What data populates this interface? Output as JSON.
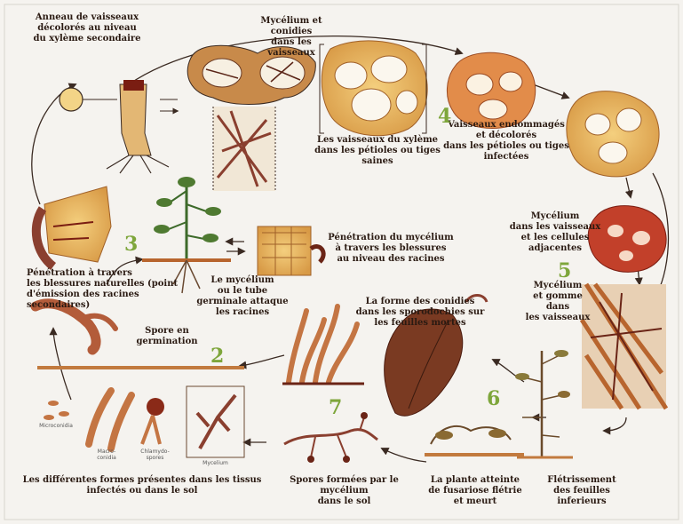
{
  "colors": {
    "background": "#f5f3ef",
    "stage_number": "#7ea63b",
    "cell": "#e8b45e",
    "tissue": "#b5703e",
    "hypha": "#8a3f2f",
    "leaf_dark": "#6d3423",
    "arrow": "#3a2a22",
    "text": "#2a1a12"
  },
  "stage_numbers": [
    "2",
    "3",
    "4",
    "5",
    "6",
    "7"
  ],
  "labels": {
    "ring_vessels": "Anneau de vaisseaux\ndécolorés au niveau\ndu xylème secondaire",
    "mycelium_conidia": "Mycélium et\nconidies\ndans les\nvaisseaux",
    "healthy_vessels": "Les vaisseaux du xylème\ndans les pétioles ou tiges\nsaines",
    "damaged_vessels": "Vaisseaux endommagés\net décolorés\ndans les pétioles ou tiges\ninfectées",
    "mycelium_cells": "Mycélium\ndans les vaisseaux\net les cellules\nadjacentes",
    "root_penetration": "Pénétration du mycélium\nà travers les blessures\nau niveau des racines",
    "natural_wounds": "Pénétration à travers\nles blessures naturelles (point\nd'émission des racines\nsecondaires)",
    "germ_tube": "Le mycélium\nou le tube\ngerminale attaque\nles racines",
    "germinating_spore": "Spore en germination",
    "sporodochia": "La forme des conidies\ndans les sporodochies sur\nles feuilles mortes",
    "mycelium_gum": "Mycélium\net gomme\ndans\nles vaisseaux",
    "forms_tissue": "Les différentes formes présentes dans les tissus\ninfectés ou dans le sol",
    "spores_soil": "Spores formées par le mycélium\ndans le sol",
    "plant_dies": "La plante atteinte\nde fusariose flétrie\net meurt",
    "wilting": "Flétrissement\ndes feuilles\ninferieurs"
  },
  "small_labels": {
    "microconidia": "Microconidia",
    "macroconidia": "Macro-\nconidia",
    "chlamydospores": "Chlamydo-\nspores",
    "mycelium": "Mycelium"
  }
}
